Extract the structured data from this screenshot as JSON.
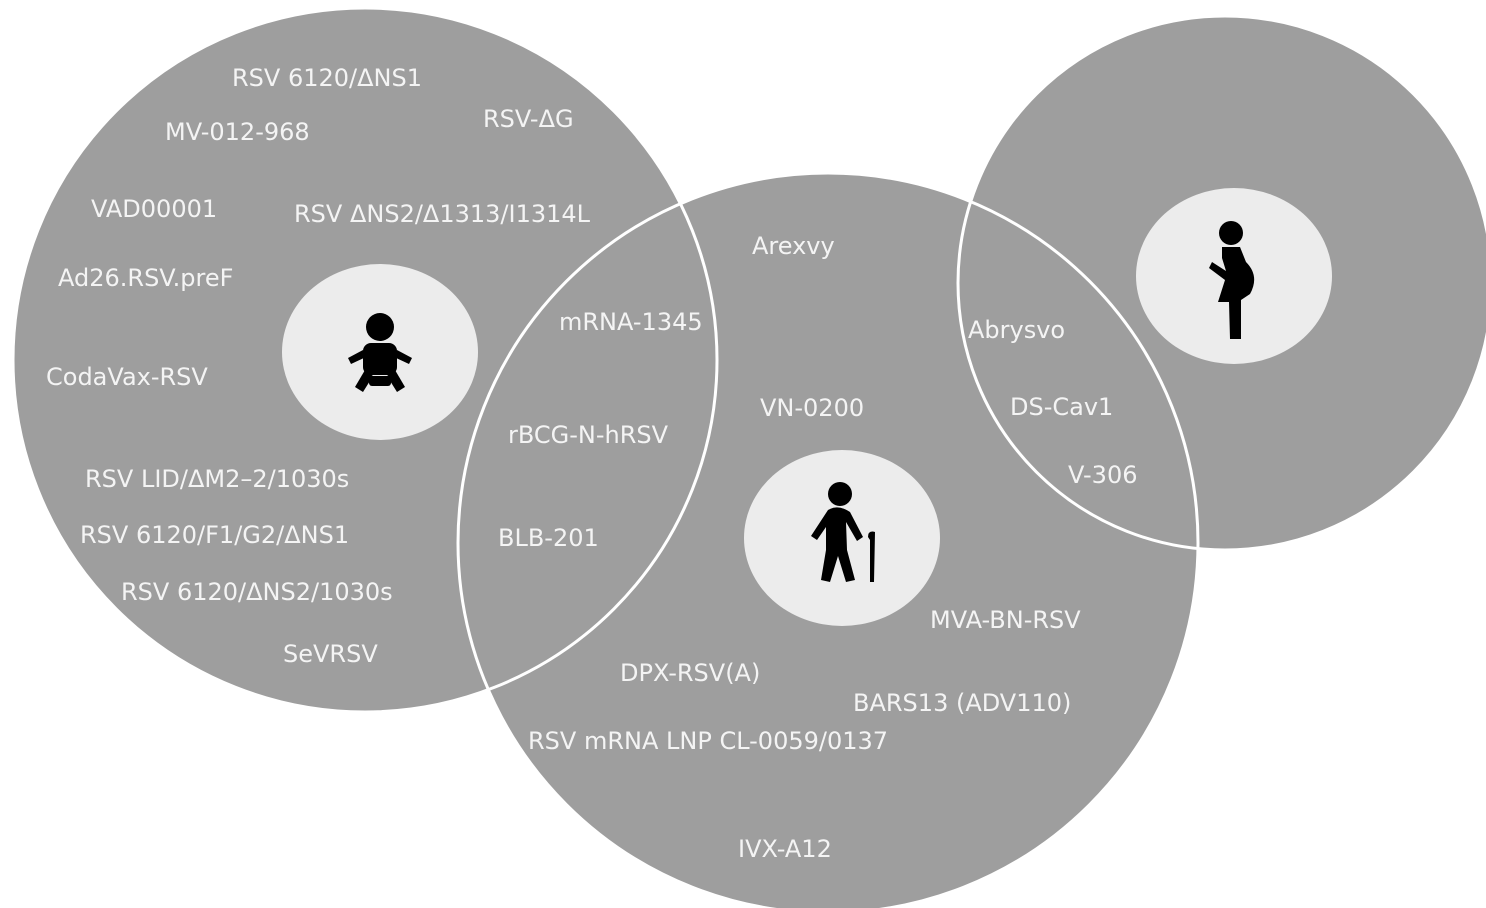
{
  "colors": {
    "circle_fill": "#9e9e9e",
    "circle_stroke": "#ffffff",
    "badge_fill": "#ececec",
    "icon_fill": "#000000",
    "text": "#f4f4f4"
  },
  "groups": [
    {
      "id": "infants",
      "icon": "baby-icon",
      "vaccines": [
        "RSV 6120/ΔNS1",
        "MV-012-968",
        "RSV-ΔG",
        "VAD00001",
        "RSV ΔNS2/Δ1313/I1314L",
        "Ad26.RSV.preF",
        "CodaVax-RSV",
        "RSV LID/ΔM2–2/1030s",
        "RSV 6120/F1/G2/ΔNS1",
        "RSV 6120/ΔNS2/1030s",
        "SeVRSV"
      ]
    },
    {
      "id": "infants-and-older-adults",
      "vaccines": [
        "mRNA-1345",
        "rBCG-N-hRSV",
        "BLB-201"
      ]
    },
    {
      "id": "older-adults",
      "icon": "elderly-person-icon",
      "vaccines": [
        "Arexvy",
        "VN-0200",
        "MVA-BN-RSV",
        "DPX-RSV(A)",
        "BARS13 (ADV110)",
        "RSV mRNA LNP CL-0059/0137",
        "IVX-A12"
      ]
    },
    {
      "id": "older-adults-and-pregnant-women",
      "vaccines": [
        "Abrysvo",
        "DS-Cav1",
        "V-306"
      ]
    },
    {
      "id": "pregnant-women",
      "icon": "pregnant-woman-icon",
      "vaccines": []
    }
  ]
}
